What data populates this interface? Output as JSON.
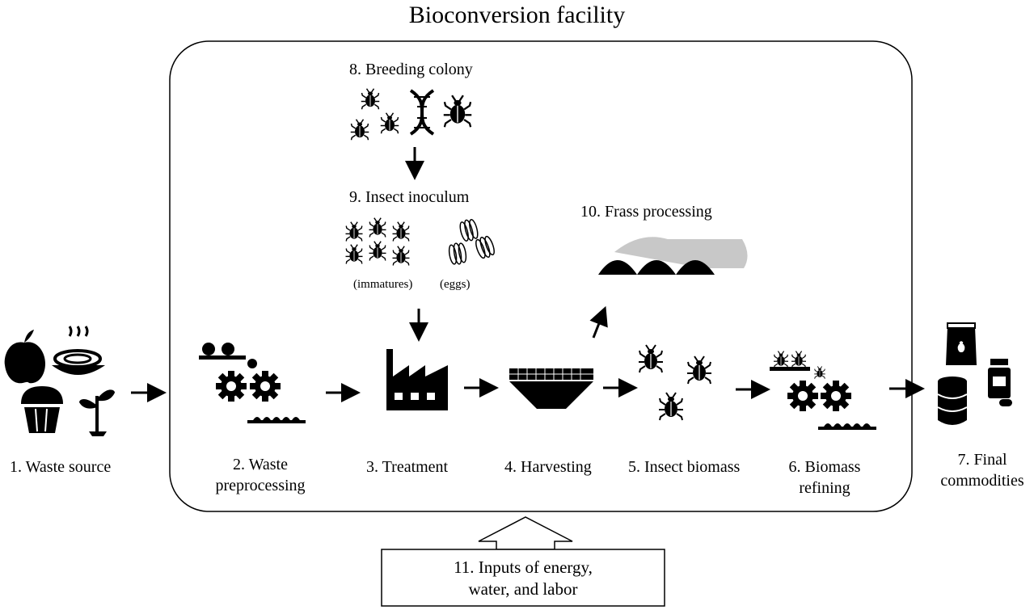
{
  "title": "Bioconversion facility",
  "steps": {
    "s1": "1. Waste source",
    "s2a": "2. Waste",
    "s2b": "preprocessing",
    "s3": "3. Treatment",
    "s4": "4. Harvesting",
    "s5": "5. Insect biomass",
    "s6a": "6. Biomass",
    "s6b": "refining",
    "s7a": "7. Final",
    "s7b": "commodities",
    "s8": "8. Breeding colony",
    "s9": "9. Insect inoculum",
    "s9_immatures": "(immatures)",
    "s9_eggs": "(eggs)",
    "s10": "10. Frass processing",
    "s11a": "11. Inputs of energy,",
    "s11b": "water, and labor"
  },
  "colors": {
    "ink": "#000000",
    "frass_gray": "#c8c8c8",
    "background": "#ffffff"
  },
  "icons": [
    "apple-icon",
    "noodle-bowl-icon",
    "cupcake-icon",
    "seedling-icon",
    "gear-icon",
    "factory-icon",
    "harvest-hopper-icon",
    "insect-icon",
    "dna-icon",
    "egg-cluster-icon",
    "frass-windrow-icon",
    "feed-bag-icon",
    "oil-barrel-icon",
    "pill-bottle-icon"
  ]
}
